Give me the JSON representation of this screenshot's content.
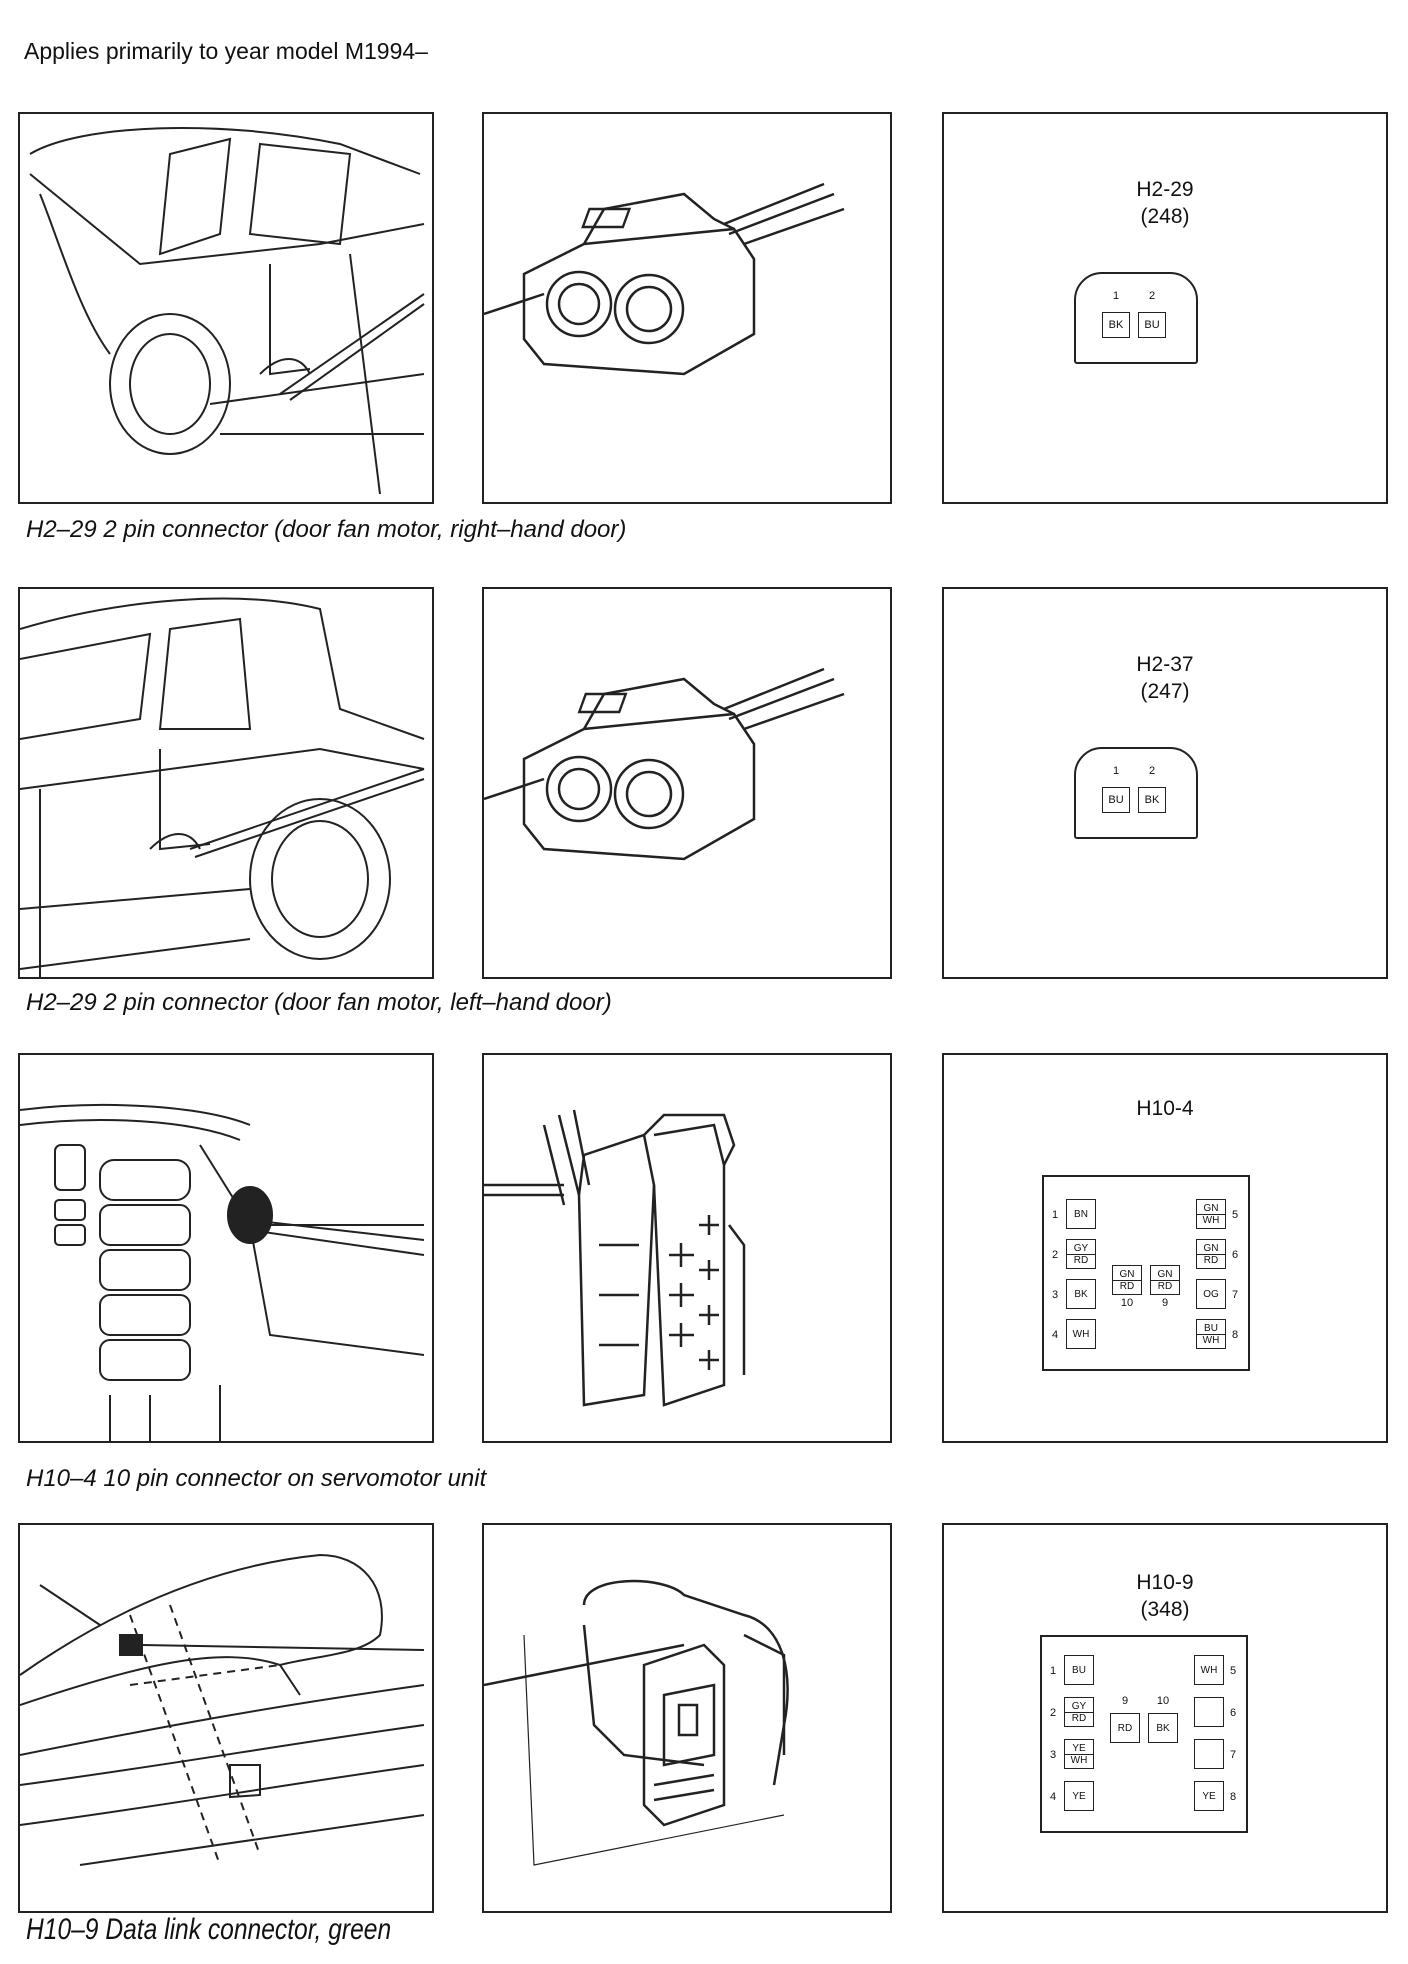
{
  "header": {
    "text": "Applies primarily to year model M1994–"
  },
  "sections": [
    {
      "caption": "H2–29 2 pin connector (door fan motor, right–hand door)",
      "title": "H2-29",
      "subtitle": "(248)",
      "pins": [
        {
          "num": "1",
          "color": "BK"
        },
        {
          "num": "2",
          "color": "BU"
        }
      ]
    },
    {
      "caption": "H2–29 2 pin connector (door fan motor, left–hand door)",
      "title": "H2-37",
      "subtitle": "(247)",
      "pins": [
        {
          "num": "1",
          "color": "BU"
        },
        {
          "num": "2",
          "color": "BK"
        }
      ]
    },
    {
      "caption": "H10–4 10 pin connector on servomotor unit",
      "title": "H10-4",
      "left_pins": [
        {
          "num": "1",
          "color": "BN"
        },
        {
          "num": "2",
          "color": "GY",
          "color2": "RD"
        },
        {
          "num": "3",
          "color": "BK"
        },
        {
          "num": "4",
          "color": "WH"
        }
      ],
      "right_pins": [
        {
          "num": "5",
          "color": "GN",
          "color2": "WH"
        },
        {
          "num": "6",
          "color": "GN",
          "color2": "RD"
        },
        {
          "num": "7",
          "color": "OG"
        },
        {
          "num": "8",
          "color": "BU",
          "color2": "WH"
        }
      ],
      "center_pins": [
        {
          "num": "10",
          "color": "GN",
          "color2": "RD"
        },
        {
          "num": "9",
          "color": "GN",
          "color2": "RD"
        }
      ]
    },
    {
      "caption": "H10–9 Data link connector, green",
      "title": "H10-9",
      "subtitle": "(348)",
      "left_pins": [
        {
          "num": "1",
          "color": "BU"
        },
        {
          "num": "2",
          "color": "GY",
          "color2": "RD"
        },
        {
          "num": "3",
          "color": "YE",
          "color2": "WH"
        },
        {
          "num": "4",
          "color": "YE"
        }
      ],
      "right_pins": [
        {
          "num": "5",
          "color": "WH"
        },
        {
          "num": "6",
          "color": ""
        },
        {
          "num": "7",
          "color": ""
        },
        {
          "num": "8",
          "color": "YE"
        }
      ],
      "center_pins": [
        {
          "num": "9",
          "color": "RD"
        },
        {
          "num": "10",
          "color": "BK"
        }
      ]
    }
  ]
}
